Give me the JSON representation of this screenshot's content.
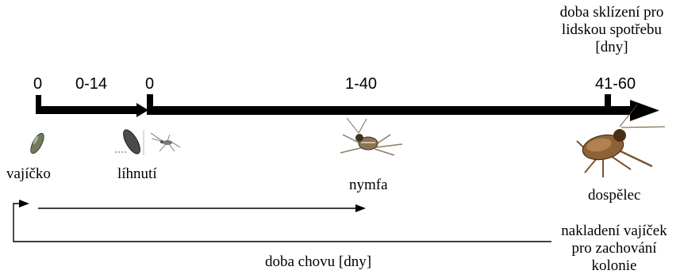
{
  "harvest_heading": [
    "doba sklízení pro",
    "lidskou spotřebu",
    "[dny]"
  ],
  "ticks": {
    "egg_start": "0",
    "egg_range": "0-14",
    "hatch_start": "0",
    "nymph_range": "1-40",
    "adult_range": "41-60"
  },
  "stages": {
    "egg": "vajíčko",
    "hatching": "líhnutí",
    "nymph": "nymfa",
    "adult": "dospělec"
  },
  "rearing_time": "doba chovu [dny]",
  "egg_laying": [
    "nakladení vajíček",
    "pro zachování",
    "kolonie"
  ],
  "icons": {
    "egg": "egg-icon",
    "hatching": "hatching-egg-icon",
    "nymph": "cricket-nymph-icon",
    "adult": "adult-cricket-icon"
  }
}
